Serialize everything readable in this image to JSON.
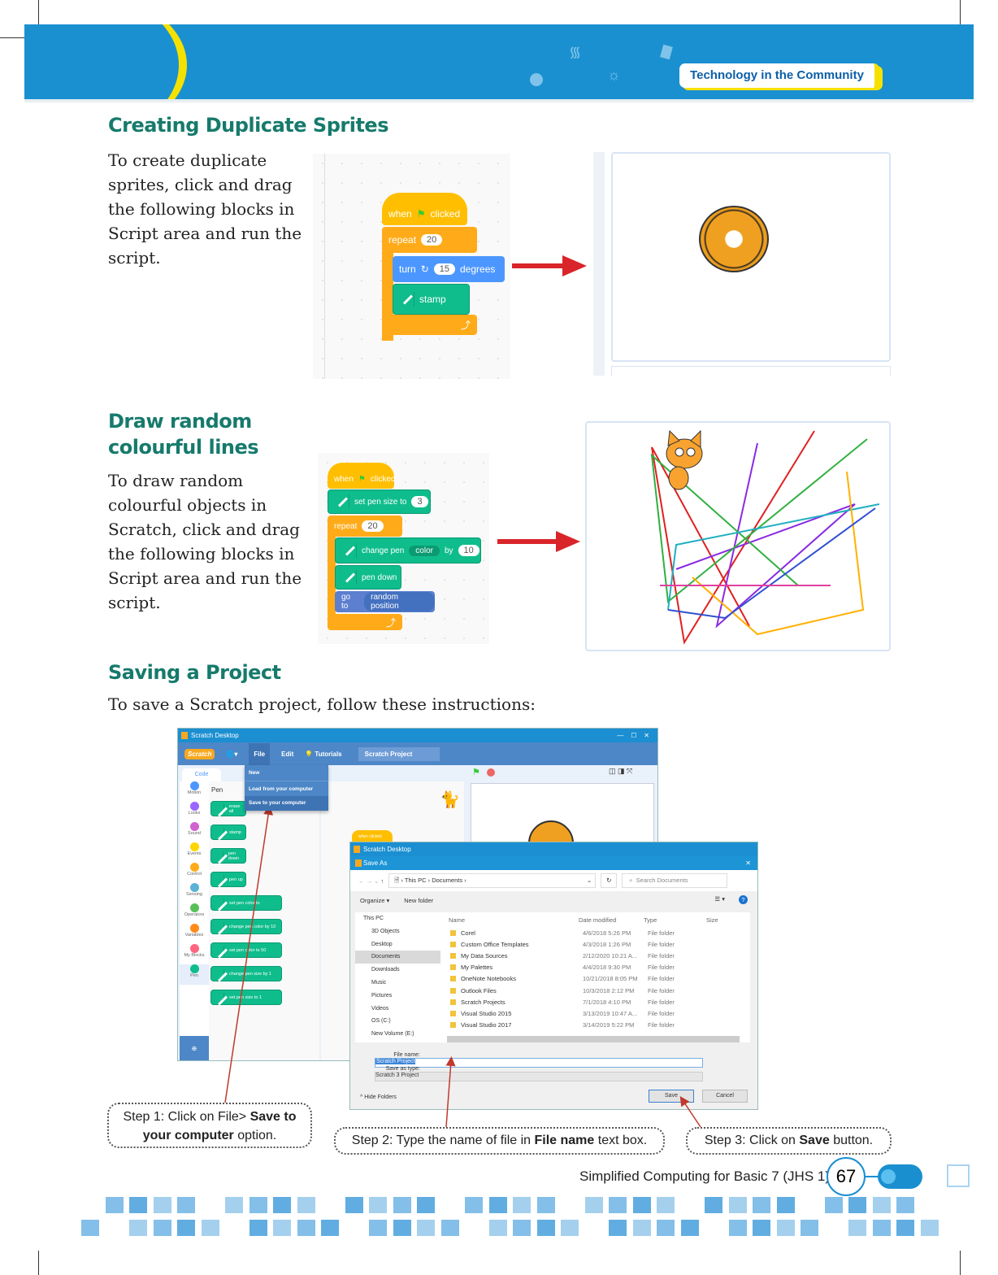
{
  "header": {
    "badge": "Technology in the Community"
  },
  "sec1": {
    "title": "Creating Duplicate Sprites",
    "text": "To create duplicate sprites, click and drag the following blocks in Script area and run the script.",
    "blocks": {
      "when": "when",
      "clicked": "clicked",
      "repeat": "repeat",
      "repeat_n": "20",
      "turn": "turn",
      "turn_n": "15",
      "degrees": "degrees",
      "stamp": "stamp"
    }
  },
  "sec2": {
    "title_line1": "Draw random",
    "title_line2": "colourful lines",
    "text": "To draw random colourful objects in Scratch, click and drag the following blocks in Script area and run the script.",
    "blocks": {
      "when": "when",
      "clicked": "clicked",
      "set_size": "set pen size to",
      "set_size_n": "3",
      "repeat": "repeat",
      "repeat_n": "20",
      "change_pen": "change pen",
      "color": "color",
      "by": "by",
      "by_n": "10",
      "pen_down": "pen down",
      "go_to": "go to",
      "random": "random position"
    }
  },
  "sec3": {
    "title": "Saving a Project",
    "text": "To save a Scratch project, follow these instructions:"
  },
  "scratch": {
    "title": "Scratch Desktop",
    "menu": [
      "File",
      "Edit",
      "Tutorials"
    ],
    "project": "Scratch Project",
    "logo": "Scratch",
    "file_menu": [
      "New",
      "Load from your computer",
      "Save to your computer"
    ],
    "tabs": [
      "Code"
    ],
    "palette_title": "Pen",
    "categories": [
      {
        "name": "Motion",
        "color": "#4c97ff"
      },
      {
        "name": "Looks",
        "color": "#9966ff"
      },
      {
        "name": "Sound",
        "color": "#cf63cf"
      },
      {
        "name": "Events",
        "color": "#ffd500"
      },
      {
        "name": "Control",
        "color": "#ffab19"
      },
      {
        "name": "Sensing",
        "color": "#5cb1d6"
      },
      {
        "name": "Operators",
        "color": "#59c059"
      },
      {
        "name": "Variables",
        "color": "#ff8c1a"
      },
      {
        "name": "My Blocks",
        "color": "#ff6680"
      },
      {
        "name": "Pen",
        "color": "#0fbd8c"
      }
    ],
    "pen_blocks": [
      "erase all",
      "stamp",
      "pen down",
      "pen up",
      "set pen color to",
      "change pen color by 10",
      "set pen color to 50",
      "change pen size by 1",
      "set pen size to 1"
    ],
    "script": "when clicked"
  },
  "dialog": {
    "outer_title": "Scratch Desktop",
    "title": "Save As",
    "path": [
      "This PC",
      "Documents"
    ],
    "search": "Search Documents",
    "organize": "Organize",
    "new_folder": "New folder",
    "nav": [
      "This PC",
      "3D Objects",
      "Desktop",
      "Documents",
      "Downloads",
      "Music",
      "Pictures",
      "Videos",
      "OS (C:)",
      "New Volume (E:)"
    ],
    "columns": [
      "Name",
      "Date modified",
      "Type",
      "Size"
    ],
    "files": [
      [
        "Corel",
        "4/6/2018 5:26 PM",
        "File folder"
      ],
      [
        "Custom Office Templates",
        "4/3/2018 1:26 PM",
        "File folder"
      ],
      [
        "My Data Sources",
        "2/12/2020 10:21 A...",
        "File folder"
      ],
      [
        "My Palettes",
        "4/4/2018 9:30 PM",
        "File folder"
      ],
      [
        "OneNote Notebooks",
        "10/21/2018 8:05 PM",
        "File folder"
      ],
      [
        "Outlook Files",
        "10/3/2018 2:12 PM",
        "File folder"
      ],
      [
        "Scratch Projects",
        "7/1/2018 4:10 PM",
        "File folder"
      ],
      [
        "Visual Studio 2015",
        "3/13/2019 10:47 A...",
        "File folder"
      ],
      [
        "Visual Studio 2017",
        "3/14/2019 5:22 PM",
        "File folder"
      ]
    ],
    "file_name_label": "File name:",
    "file_name": "Scratch Project",
    "type_label": "Save as type:",
    "type": "Scratch 3 Project",
    "hide": "Hide Folders",
    "save": "Save",
    "cancel": "Cancel"
  },
  "steps": [
    {
      "pre": "Step 1: Click on File> ",
      "bold": "Save to your computer",
      "post": " option."
    },
    {
      "pre": "Step 2: Type the name of file in ",
      "bold": "File name",
      "post": " text box."
    },
    {
      "pre": "Step 3: Click on ",
      "bold": "Save",
      "post": " button."
    }
  ],
  "footer": {
    "book": "Simplified Computing for Basic 7 (JHS 1)",
    "page": "67"
  }
}
